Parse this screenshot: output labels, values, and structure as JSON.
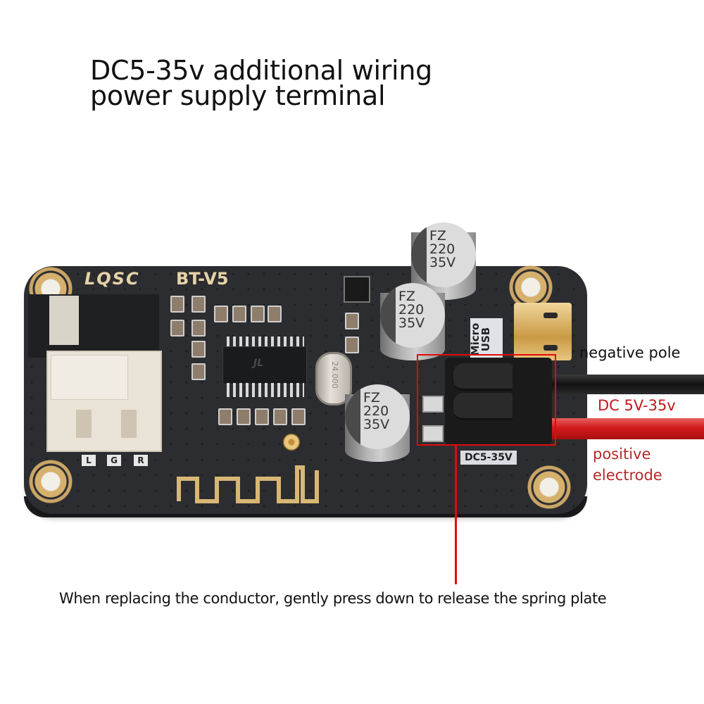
{
  "heading": {
    "line1": "DC5-35v additional wiring",
    "line2": "power supply terminal"
  },
  "board": {
    "brand": "LQSC",
    "model": "BT-V5",
    "channel_labels": [
      "L",
      "G",
      "R"
    ],
    "usb_label_line1": "Micro",
    "usb_label_line2": "USB",
    "terminal_label": "DC5-35V",
    "crystal_text": "24.000",
    "capacitors": [
      {
        "line1": "FZ",
        "line2": "220",
        "line3": "35V"
      },
      {
        "line1": "FZ",
        "line2": "220",
        "line3": "35V"
      },
      {
        "line1": "FZ",
        "line2": "220",
        "line3": "35V"
      }
    ]
  },
  "annotations": {
    "negative": "negative pole",
    "voltage": "DC 5V-35v",
    "positive_line1": "positive",
    "positive_line2": "electrode",
    "instruction": "When replacing the conductor, gently press down to release the spring plate"
  },
  "colors": {
    "highlight": "#e10b0b",
    "board": "#2c2d30",
    "silkscreen_gold": "#e6d3a8",
    "wire_red": "#d21a1a",
    "wire_black": "#111111"
  }
}
